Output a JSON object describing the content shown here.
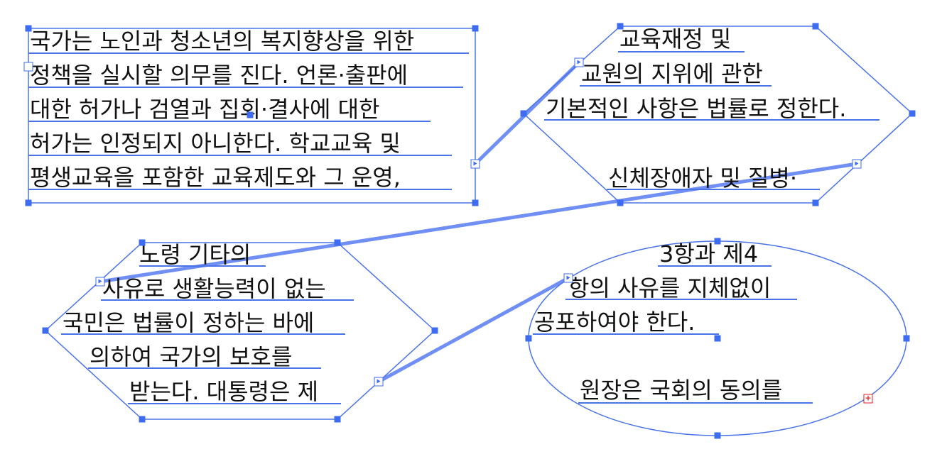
{
  "colors": {
    "frame_stroke": "#4a73e8",
    "thread": "#6f8ff5",
    "handle": "#3d6cf0",
    "text": "#111111",
    "overset": "#e02020"
  },
  "icons": {
    "in_port": "text-in-port-icon",
    "out_port": "text-out-port-icon",
    "overset": "overset-text-plus-icon"
  },
  "frames": {
    "rect": {
      "lines": [
        "국가는 노인과 청소년의 복지향상을 위한",
        "정책을 실시할 의무를 진다. 언론·출판에",
        "대한 허가나 검열과 집회·결사에 대한",
        "허가는 인정되지 아니한다. 학교교육 및",
        "평생교육을 포함한 교육제도와 그 운영,"
      ]
    },
    "hex_top": {
      "lines": [
        "교육재정 및",
        "교원의 지위에 관한",
        "기본적인 사항은 법률로 정한다.",
        "",
        "신체장애자 및 질병·"
      ]
    },
    "hex_bottom": {
      "lines": [
        "노령 기타의",
        "사유로 생활능력이 없는",
        "국민은 법률이 정하는 바에",
        "의하여 국가의 보호를",
        "받는다. 대통령은 제"
      ]
    },
    "ellipse": {
      "lines": [
        "3항과 제4",
        "항의 사유를 지체없이",
        "공포하여야 한다.",
        "",
        "원장은 국회의 동의를"
      ],
      "overset_symbol": "+"
    }
  }
}
